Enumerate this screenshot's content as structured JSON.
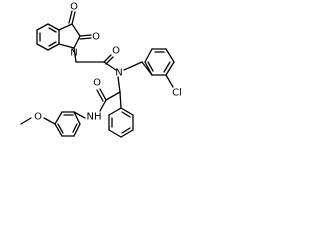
{
  "structure": {
    "atom_labels": {
      "isatin_o_ketone": "O",
      "isatin_o_lactam": "O",
      "isatin_n": "N",
      "acetyl_o": "O",
      "amide_n": "N",
      "chloro": "Cl",
      "anilide_o": "O",
      "anilide_nh": "NH",
      "methoxy_o": "O"
    },
    "colors": {
      "ink": "#000000",
      "background": "#ffffff"
    }
  }
}
